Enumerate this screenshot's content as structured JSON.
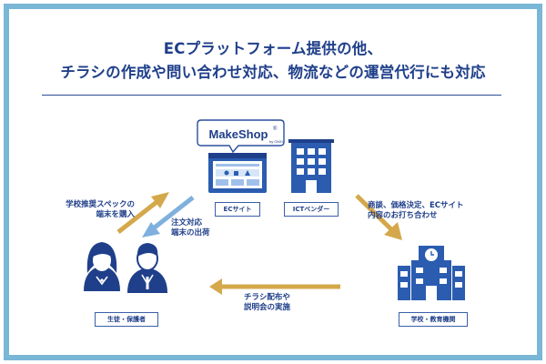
{
  "heading": {
    "line1": "ECプラットフォーム提供の他、",
    "line2": "チラシの作成や問い合わせ対応、物流などの運営代行にも対応"
  },
  "logo": {
    "text": "MakeShop",
    "mark": "®",
    "sub": "by GMO"
  },
  "nodes": {
    "ec_site": "ECサイト",
    "ict_vendor": "ICTベンダー",
    "students": "生徒・保護者",
    "school": "学校・教育機関"
  },
  "flows": {
    "purchase": {
      "line1": "学校推奨スペックの",
      "line2": "端末を購入"
    },
    "ship": {
      "line1": "注文対応",
      "line2": "端末の出荷"
    },
    "negotiate": {
      "line1": "商談、価格決定、ECサイト",
      "line2": "内容のお打ち合わせ"
    },
    "distribute": {
      "line1": "チラシ配布や",
      "line2": "説明会の実施"
    }
  },
  "colors": {
    "navy": "#1f3f8a",
    "blue": "#2b5cb0",
    "gold": "#d4a84b",
    "light_blue": "#7fb0de",
    "frame": "#79b7d7"
  }
}
